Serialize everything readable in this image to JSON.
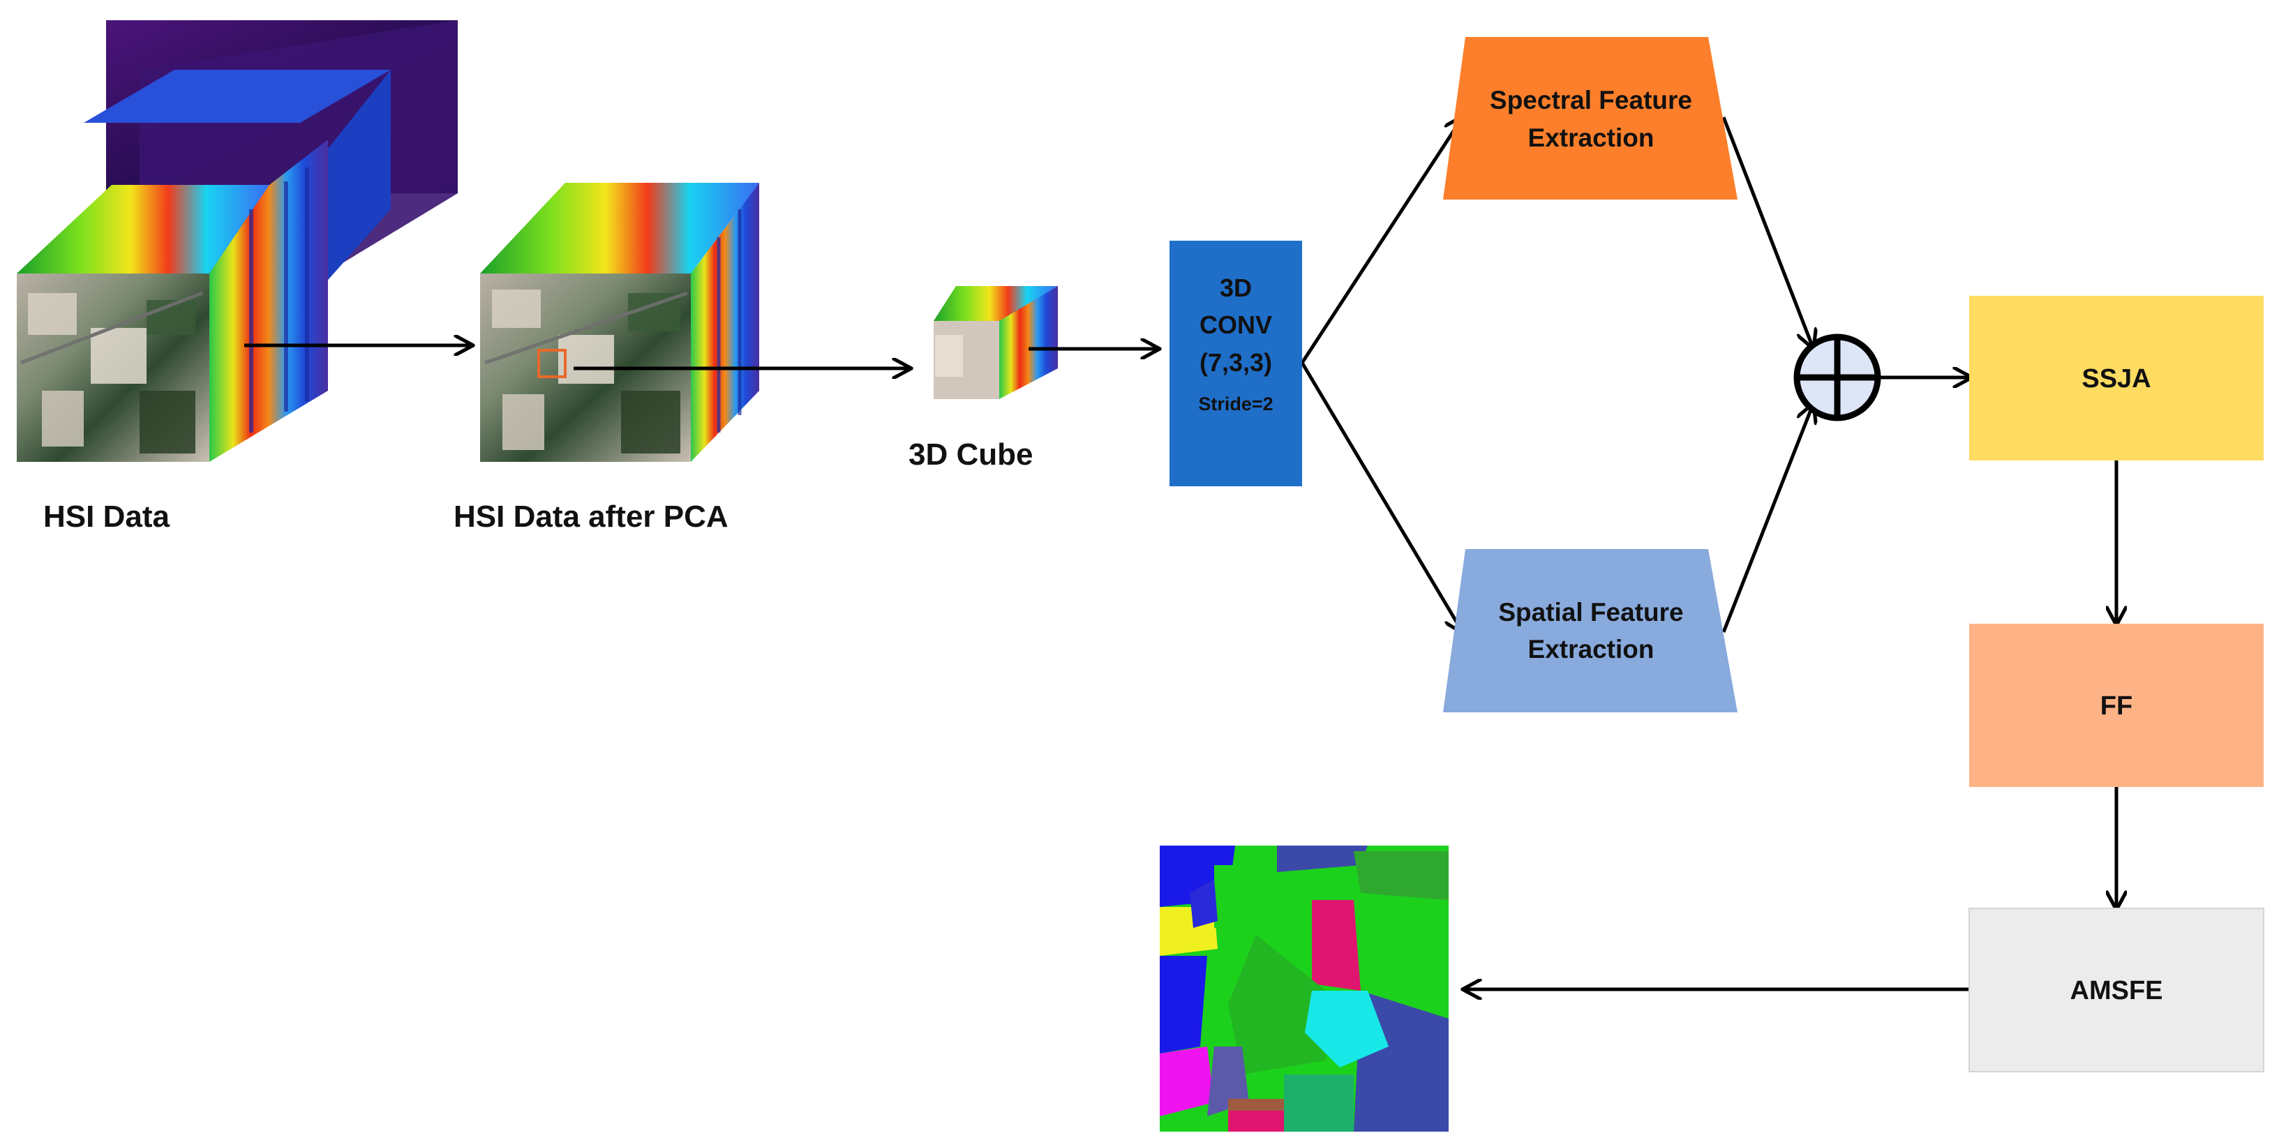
{
  "labels": {
    "hsi_data": "HSI Data",
    "hsi_pca": "HSI Data after PCA",
    "cube": "3D Cube",
    "conv_line1": "3D",
    "conv_line2": "CONV",
    "conv_line3": "(7,3,3)",
    "conv_stride": "Stride=2",
    "spectral_line1": "Spectral Feature",
    "spectral_line2": "Extraction",
    "spatial_line1": "Spatial Feature",
    "spatial_line2": "Extraction",
    "ssja": "SSJA",
    "ff": "FF",
    "amsfe": "AMSFE"
  },
  "colors": {
    "conv": "#1f6fc9",
    "spectral": "#fd7f2b",
    "spatial": "#88aadc",
    "ssja": "#fedb61",
    "ff": "#fdb386",
    "amsfe": "#ececec",
    "sum_node": "#dde6f7",
    "arrow": "#000000",
    "pca_patch_marker": "#e8682a"
  },
  "icons": {
    "sum_node": "circled-plus-icon",
    "hsi_cube": "hyperspectral-cube-icon",
    "classification_map": "classification-map-icon"
  }
}
